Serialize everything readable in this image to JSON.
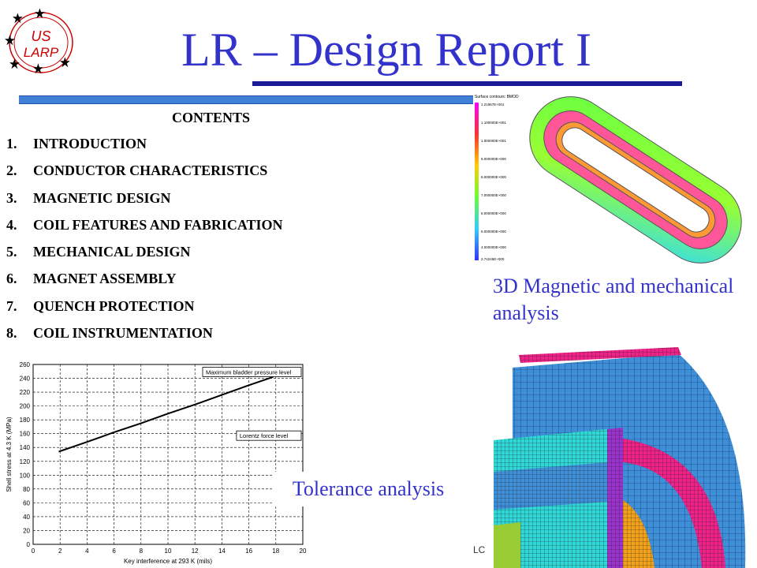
{
  "logo": {
    "line1": "US",
    "line2": "LARP",
    "star_icon": "star-icon"
  },
  "title": "LR – Design Report I",
  "contents": {
    "heading": "CONTENTS",
    "items": [
      {
        "num": "1.",
        "label": "INTRODUCTION"
      },
      {
        "num": "2.",
        "label": "CONDUCTOR CHARACTERISTICS"
      },
      {
        "num": "3.",
        "label": "MAGNETIC DESIGN"
      },
      {
        "num": "4.",
        "label": "COIL FEATURES AND FABRICATION"
      },
      {
        "num": "5.",
        "label": "MECHANICAL DESIGN"
      },
      {
        "num": "6.",
        "label": "MAGNET ASSEMBLY"
      },
      {
        "num": "7.",
        "label": "QUENCH PROTECTION"
      },
      {
        "num": "8.",
        "label": "COIL INSTRUMENTATION"
      }
    ]
  },
  "coil_figure": {
    "legend_title": "Surface contours: BMOD",
    "legend_values": [
      "1.21967E+001",
      "1.100000E+001",
      "1.000000E+001",
      "9.000000E+000",
      "8.000000E+000",
      "7.000000E+000",
      "6.000000E+000",
      "5.000000E+000",
      "4.000000E+000",
      "2.74245E+000"
    ],
    "caption": "3D Magnetic and mechanical analysis"
  },
  "tolerance_caption": "Tolerance analysis",
  "footer_code": "LC",
  "chart_data": {
    "type": "line",
    "xlabel": "Key interference at 293 K (mils)",
    "ylabel": "Shell stress at 4.3 K (MPa)",
    "xlim": [
      0,
      20
    ],
    "ylim": [
      0,
      260
    ],
    "x_ticks": [
      0,
      2,
      4,
      6,
      8,
      10,
      12,
      14,
      16,
      18,
      20
    ],
    "y_ticks": [
      0,
      20,
      40,
      60,
      80,
      100,
      120,
      140,
      160,
      180,
      200,
      220,
      240,
      260
    ],
    "grid": true,
    "series": [
      {
        "x": [
          1.9,
          4,
          6,
          8,
          10,
          12,
          14,
          16,
          17.8
        ],
        "y": [
          134,
          148,
          162,
          175,
          189,
          202,
          216,
          230,
          242
        ]
      }
    ],
    "annotations": [
      {
        "text": "Maximum bladder pressure level",
        "y": 248
      },
      {
        "text": "Lorentz force level",
        "y": 156
      }
    ]
  },
  "colors": {
    "title": "#3333cc",
    "navy_rule": "#1a1a99",
    "blue_bar": "#3f7fd6"
  }
}
